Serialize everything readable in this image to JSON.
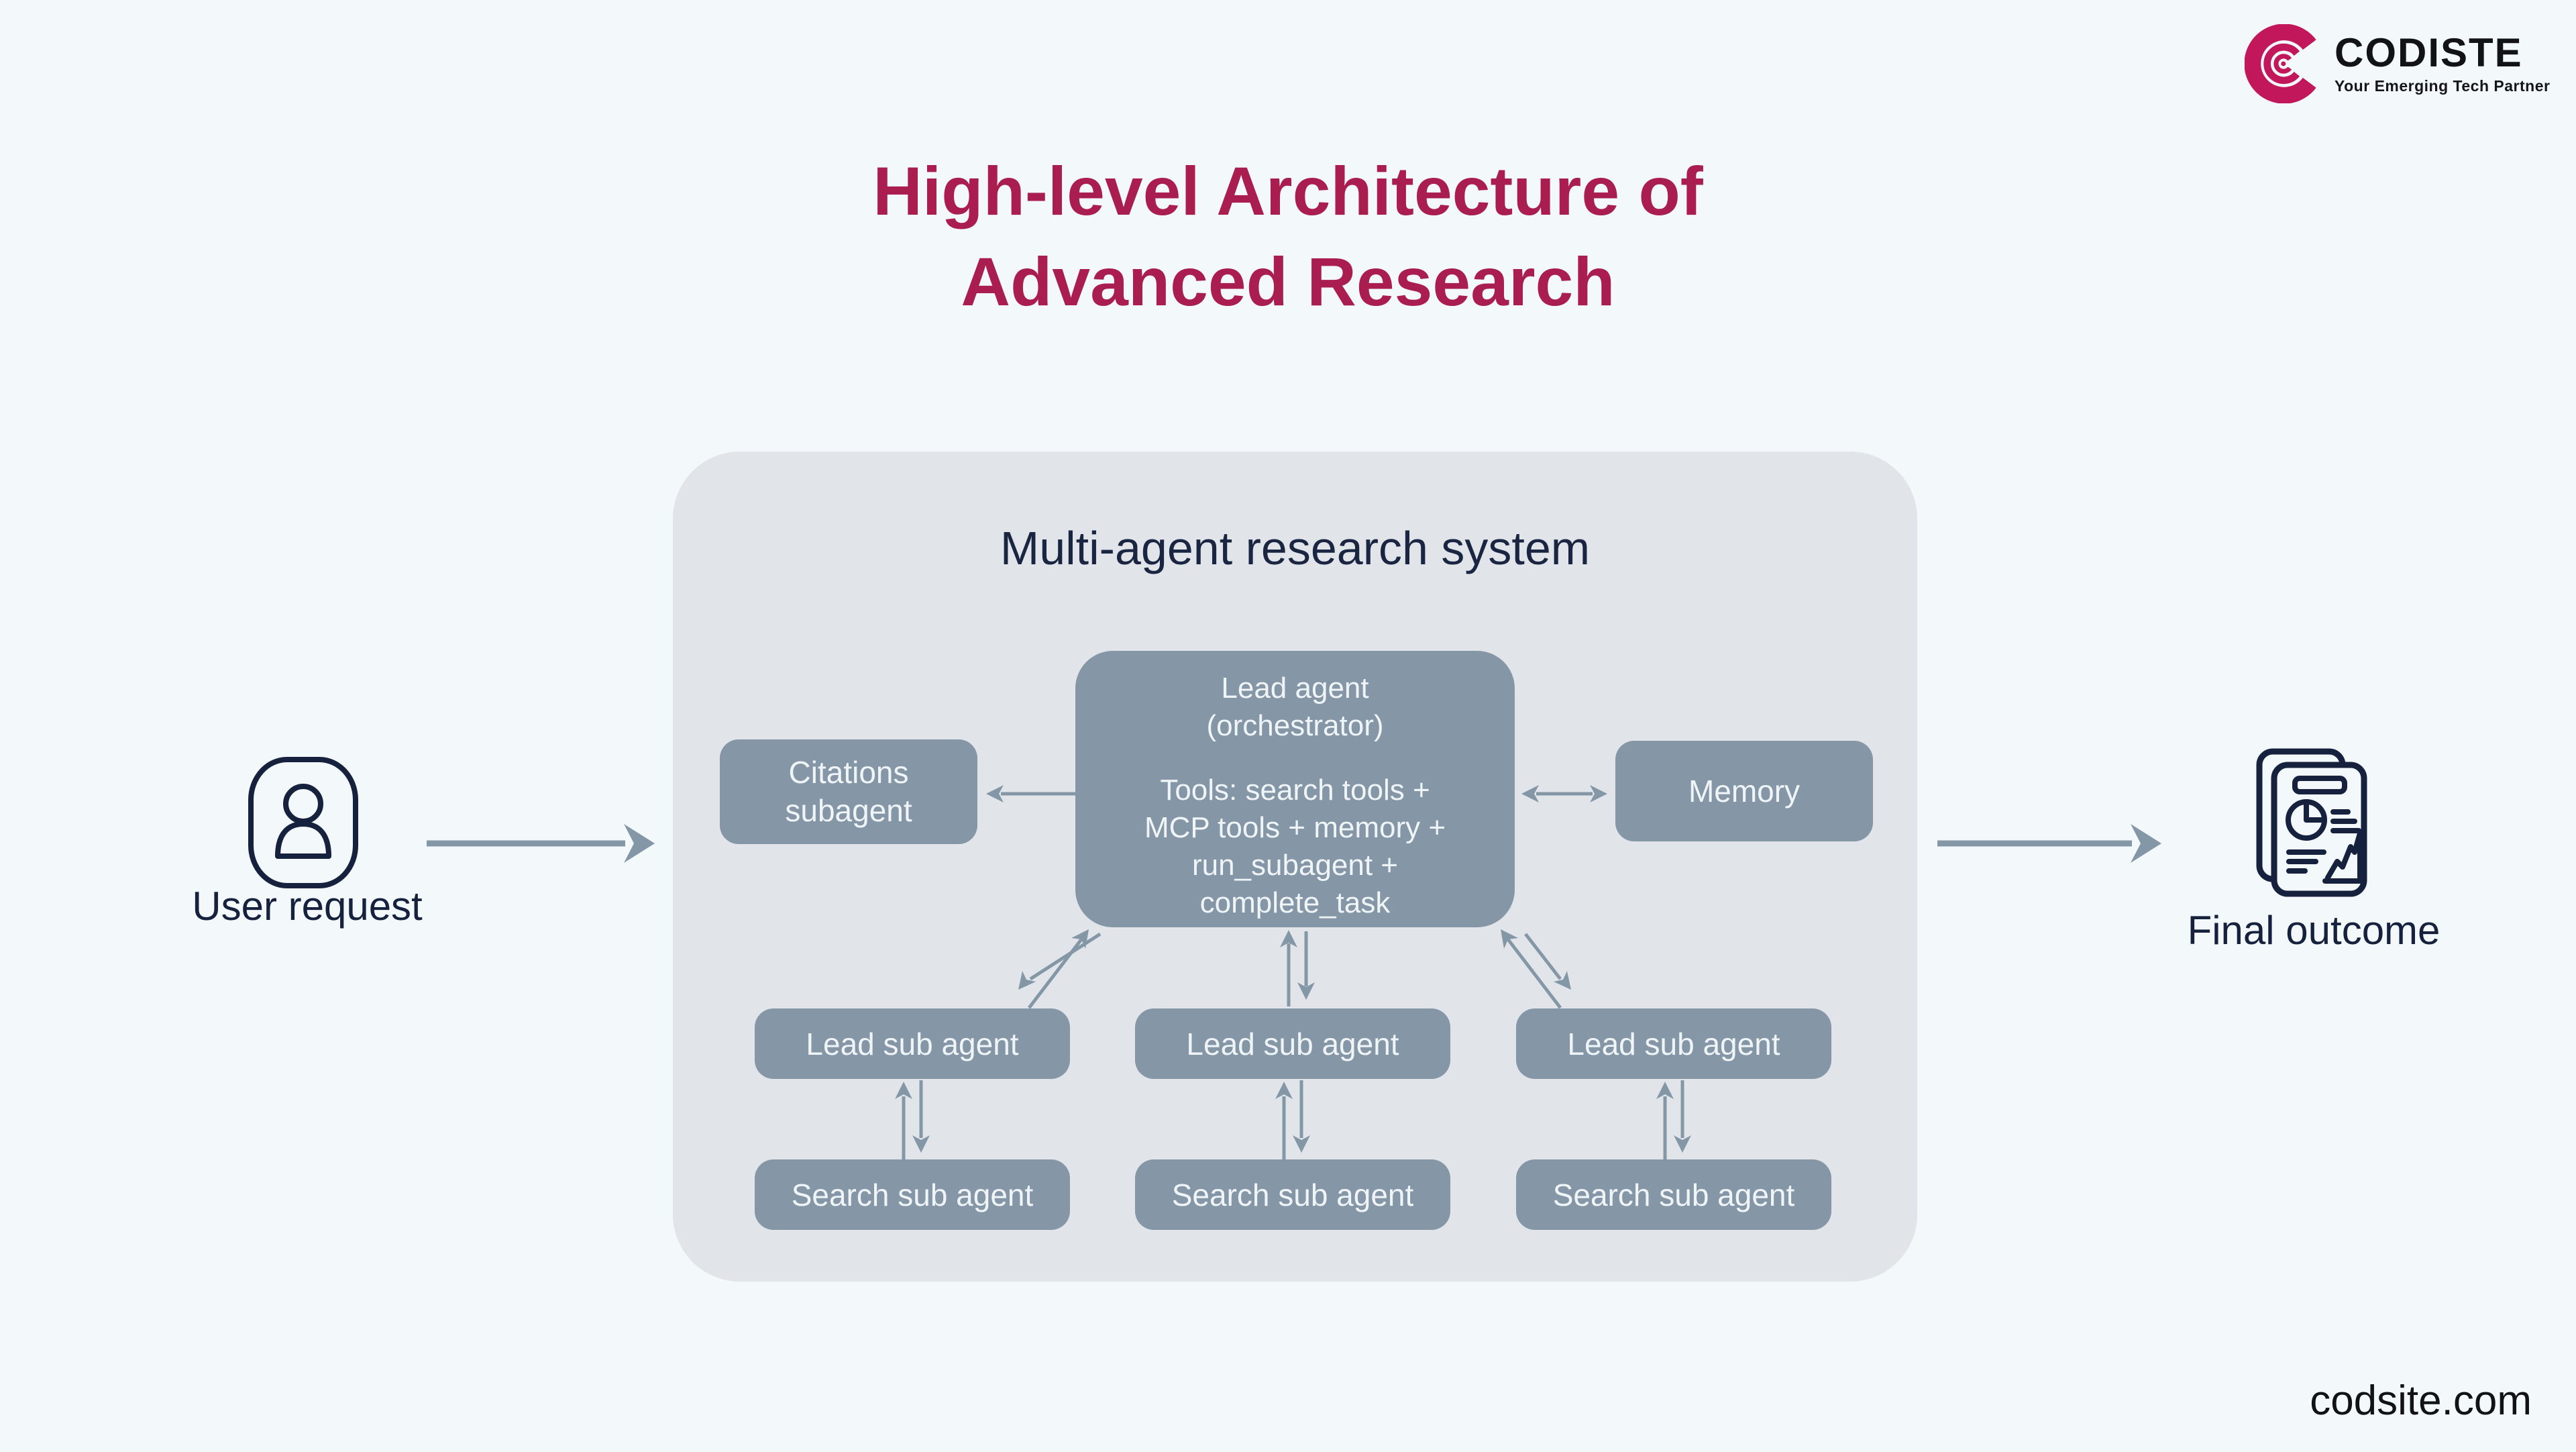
{
  "page": {
    "background": "#F3F8FB",
    "footer_text": "codsite.com"
  },
  "logo": {
    "name": "CODISTE",
    "tagline": "Your Emerging Tech Partner",
    "brand_color": "#C2175B"
  },
  "title": {
    "line1": "High-level Architecture of",
    "line2": "Advanced Research",
    "color": "#A91E4E"
  },
  "flow": {
    "input_label": "User request",
    "output_label": "Final outcome",
    "system_label": "Multi-agent research system",
    "nodes": {
      "citations": "Citations subagent",
      "lead_agent": [
        "Lead agent",
        "(orchestrator)"
      ],
      "lead_agent_tools": [
        "Tools: search tools +",
        "MCP tools + memory +",
        "run_subagent +",
        "complete_task"
      ],
      "memory": "Memory",
      "lead_sub_agents": [
        "Lead sub agent",
        "Lead sub agent",
        "Lead sub agent"
      ],
      "search_sub_agents": [
        "Search sub agent",
        "Search sub agent",
        "Search sub agent"
      ]
    },
    "colors": {
      "node_fill": "#8596A7",
      "container_fill": "#E1E5E9",
      "arrow": "#8497A7",
      "dark_text": "#16213E"
    }
  }
}
